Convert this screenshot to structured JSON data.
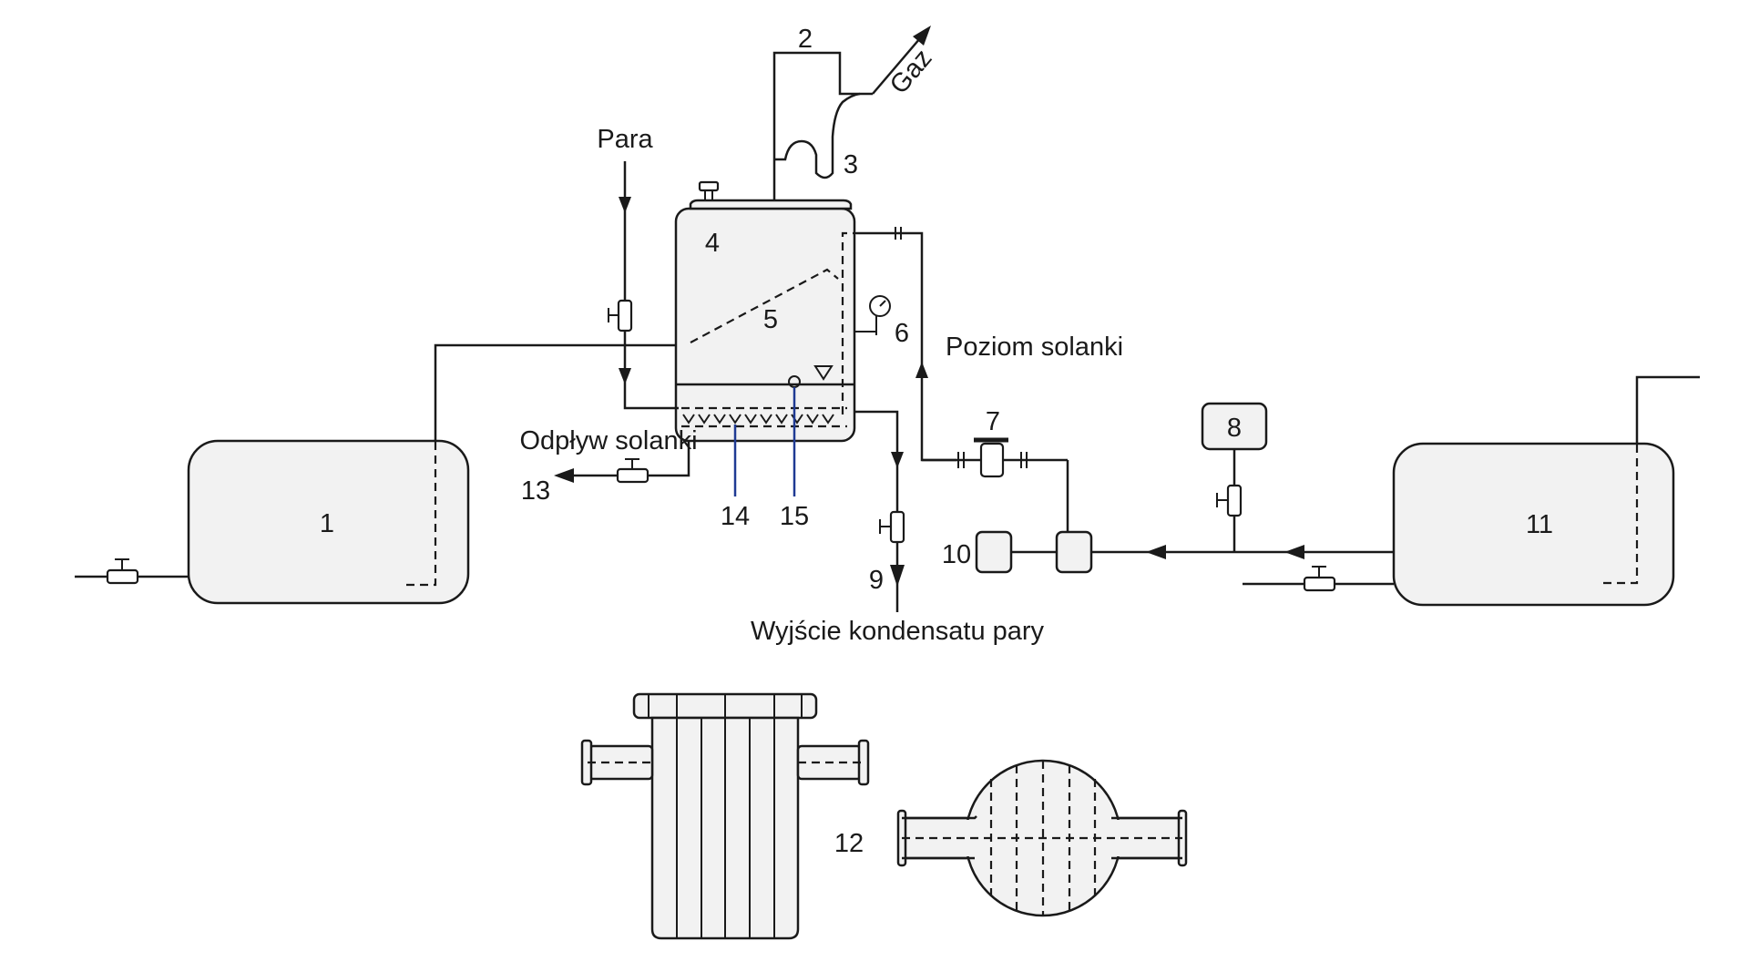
{
  "labels": {
    "n1": "1",
    "n2": "2",
    "n3": "3",
    "n4": "4",
    "n5": "5",
    "n6": "6",
    "n7": "7",
    "n8": "8",
    "n9": "9",
    "n10": "10",
    "n11": "11",
    "n12": "12",
    "n13": "13",
    "n14": "14",
    "n15": "15"
  },
  "text": {
    "gas": "Gaz",
    "steam": "Para",
    "brine_level": "Poziom solanki",
    "brine_outflow": "Odpływ solanki",
    "condensate_outlet": "Wyjście kondensatu pary"
  },
  "colors": {
    "line": "#1a1a1a",
    "fill": "#f2f2f2",
    "probe": "#1f3a93"
  }
}
